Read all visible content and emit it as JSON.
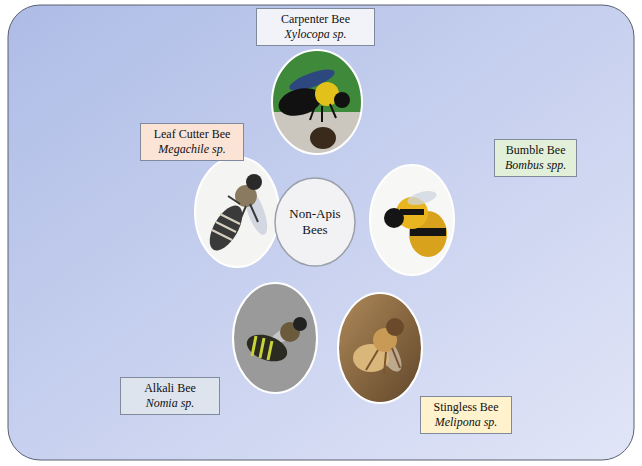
{
  "diagram": {
    "nodes": [
      {
        "text": [
          "Carpenter Bee",
          "Xylocopa sp."
        ]
      },
      {
        "text": [
          "Leaf Cutter Bee",
          "Megachile sp."
        ]
      },
      {
        "text": [
          "Bumble Bee",
          "Bombus spp."
        ]
      },
      {
        "text": [
          "Non-Apis Bees"
        ]
      },
      {
        "text": [
          "Alkali Bee",
          "Nomia sp."
        ]
      },
      {
        "text": [
          "Stingless Bee",
          "Melipona sp."
        ]
      }
    ]
  }
}
